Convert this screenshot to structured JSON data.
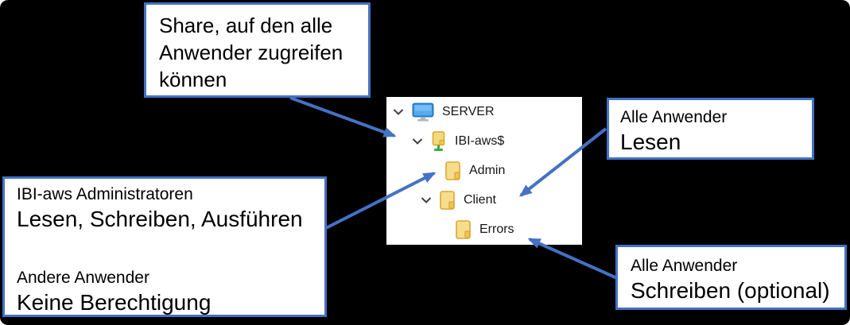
{
  "colors": {
    "background": "#000000",
    "accent_blue": "#4472C4",
    "panel_background": "#FFFFFF",
    "folder_yellow": "#F5D97E",
    "folder_border": "#D9A62E",
    "share_green": "#2FAE3F",
    "monitor_blue": "#55ABEE",
    "tree_text": "#161616"
  },
  "callouts": {
    "share": {
      "lines": [
        "Share, auf den alle",
        "Anwender zugreifen",
        "können"
      ]
    },
    "admin_permissions": {
      "groups": [
        {
          "title": "IBI-aws Administratoren",
          "value": "Lesen, Schreiben, Ausführen"
        },
        {
          "title": "Andere Anwender",
          "value": "Keine Berechtigung"
        }
      ]
    },
    "client_permissions": {
      "title": "Alle Anwender",
      "value": "Lesen"
    },
    "errors_permissions": {
      "title": "Alle Anwender",
      "value": "Schreiben (optional)"
    }
  },
  "tree": {
    "items": [
      {
        "label": "SERVER",
        "icon": "computer-icon",
        "expanded": true,
        "level": 0
      },
      {
        "label": "IBI-aws$",
        "icon": "shared-folder-icon",
        "expanded": true,
        "level": 1
      },
      {
        "label": "Admin",
        "icon": "folder-icon",
        "expanded": false,
        "level": 2
      },
      {
        "label": "Client",
        "icon": "folder-icon",
        "expanded": true,
        "level": 2
      },
      {
        "label": "Errors",
        "icon": "folder-icon",
        "expanded": false,
        "level": 3
      }
    ]
  },
  "arrows": [
    {
      "from": "callout-share",
      "to": "tree-item-ibi-aws"
    },
    {
      "from": "callout-admin",
      "to": "tree-item-admin"
    },
    {
      "from": "callout-lesen",
      "to": "tree-item-client"
    },
    {
      "from": "callout-schreiben",
      "to": "tree-item-errors"
    }
  ]
}
